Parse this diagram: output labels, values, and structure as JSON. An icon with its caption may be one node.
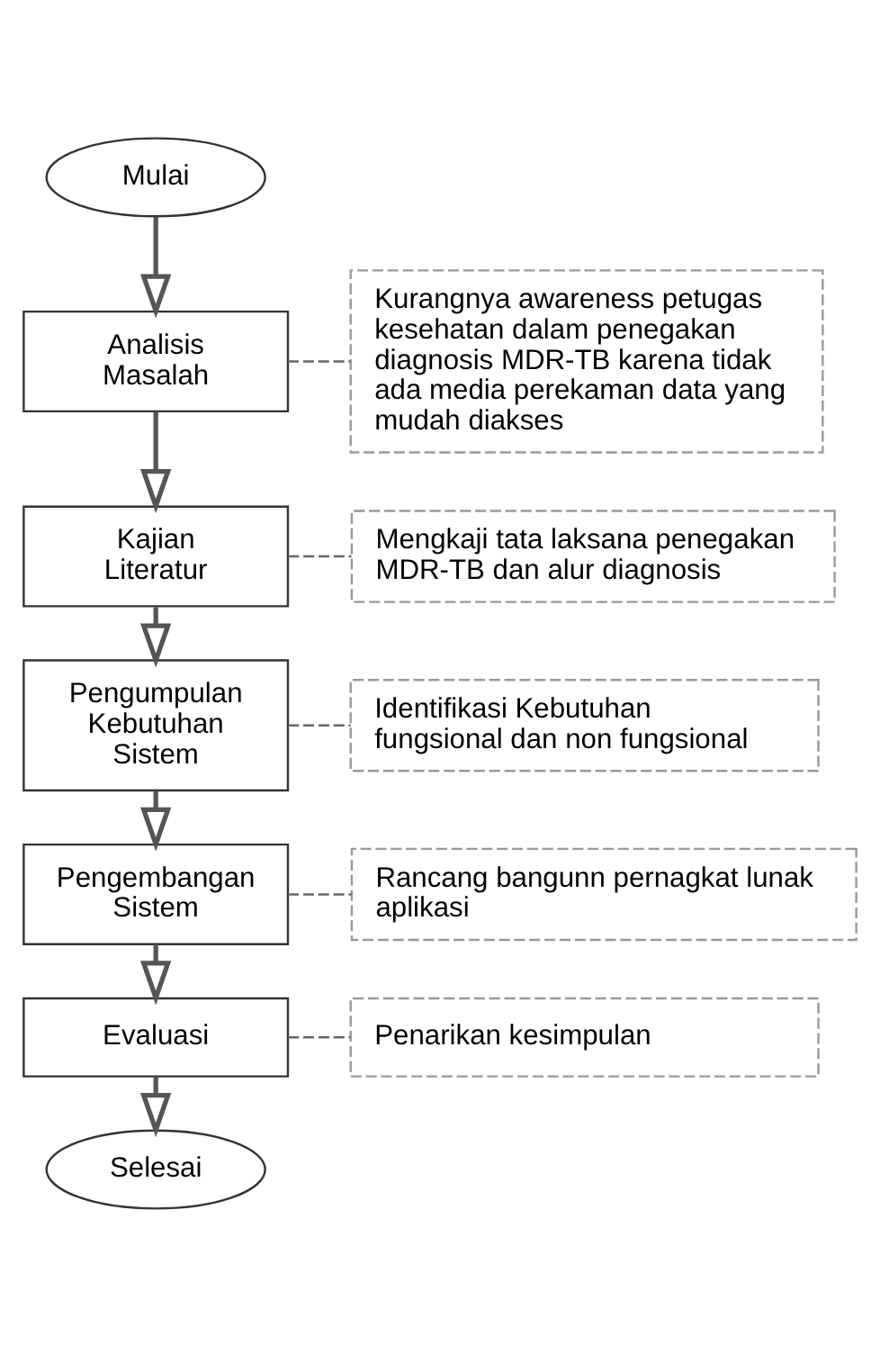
{
  "diagram": {
    "nodes": [
      {
        "text": [
          "Mulai"
        ]
      },
      {
        "text": [
          "Analisis Masalah"
        ]
      },
      {
        "text": [
          "Kurangnya awareness petugas kesehatan dalam penegakan diagnosis MDR-TB karena tidak ada media perekaman data yang mudah diakses"
        ]
      },
      {
        "text": [
          "Kajian Literatur"
        ]
      },
      {
        "text": [
          "Mengkaji tata laksana penegakan MDR-TB dan alur diagnosis"
        ]
      },
      {
        "text": [
          "Pengumpulan Kebutuhan Sistem"
        ]
      },
      {
        "text": [
          "Identifikasi Kebutuhan fungsional dan non fungsional"
        ]
      },
      {
        "text": [
          "Pengembangan Sistem"
        ]
      },
      {
        "text": [
          "Rancang bangunn pernagkat lunak aplikasi"
        ]
      },
      {
        "text": [
          "Evaluasi"
        ]
      },
      {
        "text": [
          "Penarikan kesimpulan"
        ]
      },
      {
        "text": [
          "Selesai"
        ]
      }
    ],
    "edges": [
      {
        "from": 0,
        "to": 1,
        "arrow": "to"
      },
      {
        "from": 1,
        "to": 2,
        "arrow": "none",
        "style": "dashed"
      },
      {
        "from": 1,
        "to": 3,
        "arrow": "to"
      },
      {
        "from": 3,
        "to": 4,
        "arrow": "none",
        "style": "dashed"
      },
      {
        "from": 3,
        "to": 5,
        "arrow": "to"
      },
      {
        "from": 5,
        "to": 6,
        "arrow": "none",
        "style": "dashed"
      },
      {
        "from": 5,
        "to": 7,
        "arrow": "to"
      },
      {
        "from": 7,
        "to": 8,
        "arrow": "none",
        "style": "dashed"
      },
      {
        "from": 7,
        "to": 9,
        "arrow": "to"
      },
      {
        "from": 9,
        "to": 10,
        "arrow": "none",
        "style": "dashed"
      },
      {
        "from": 9,
        "to": 11,
        "arrow": "to"
      }
    ]
  }
}
